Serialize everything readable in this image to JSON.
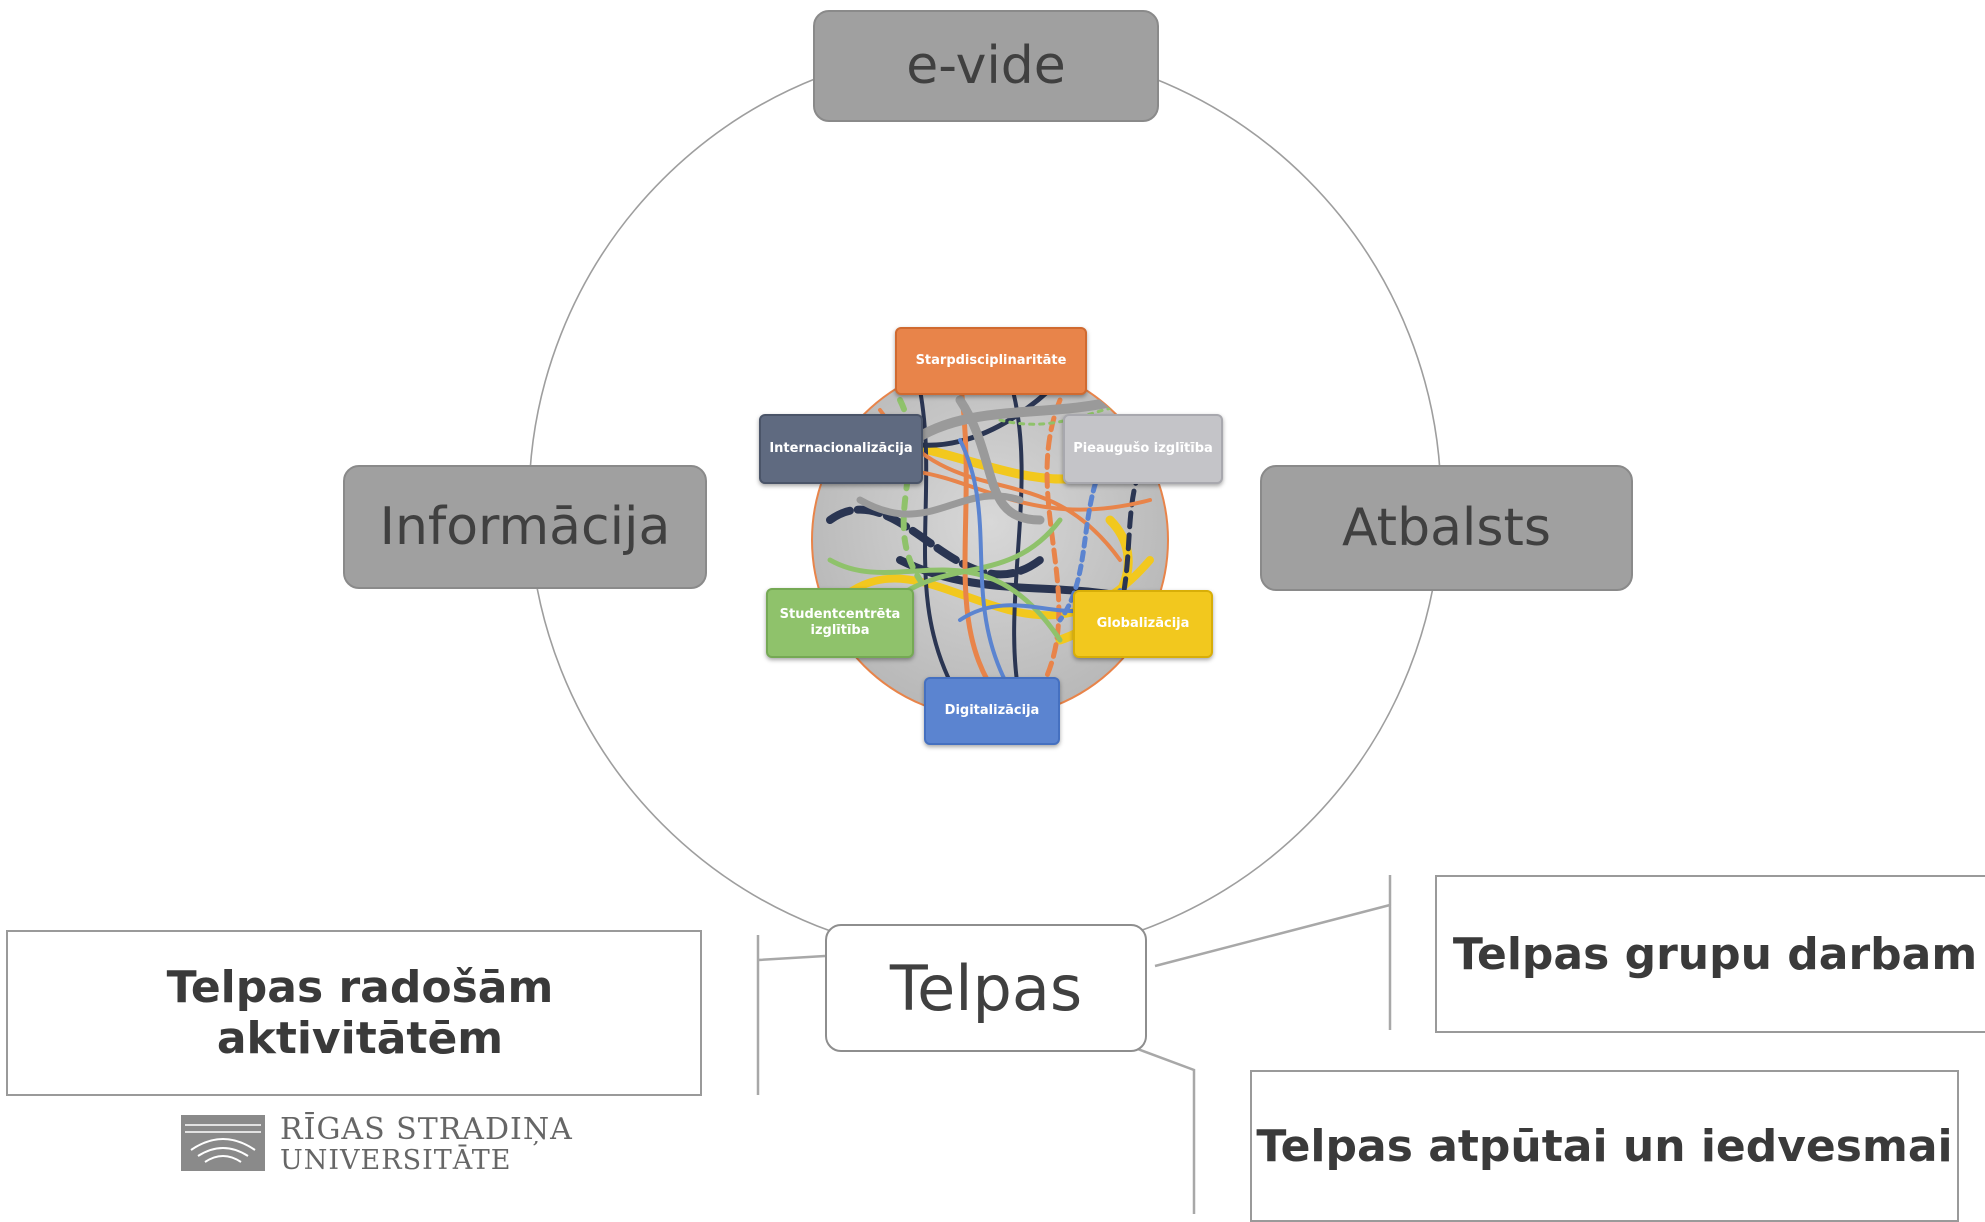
{
  "main_nodes": {
    "top": "e-vide",
    "left": "Informācija",
    "right": "Atbalsts",
    "bottom": "Telpas"
  },
  "sub_nodes": {
    "creative": "Telpas radošām aktivitātēm",
    "groups": "Telpas grupu darbam",
    "rest": "Telpas atpūtai un iedvesmai"
  },
  "center_themes": {
    "top": "Starpdisciplinaritāte",
    "upper_left": "Internacionalizācija",
    "upper_right": "Pieaugušo izglītība",
    "lower_left": "Studentcentrēta izglītība",
    "lower_right": "Globalizācija",
    "bottom": "Digitalizācija"
  },
  "logo": {
    "line1": "RĪGAS STRADIŅA",
    "line2": "UNIVERSITĀTE"
  },
  "colors": {
    "gray_node": "#a0a0a0",
    "orange": "#e8844a",
    "slate": "#5f6a80",
    "light_gray": "#c4c4c8",
    "green": "#8fc26b",
    "yellow": "#f2c81e",
    "blue": "#5b84d0",
    "navy": "#2a3552"
  }
}
